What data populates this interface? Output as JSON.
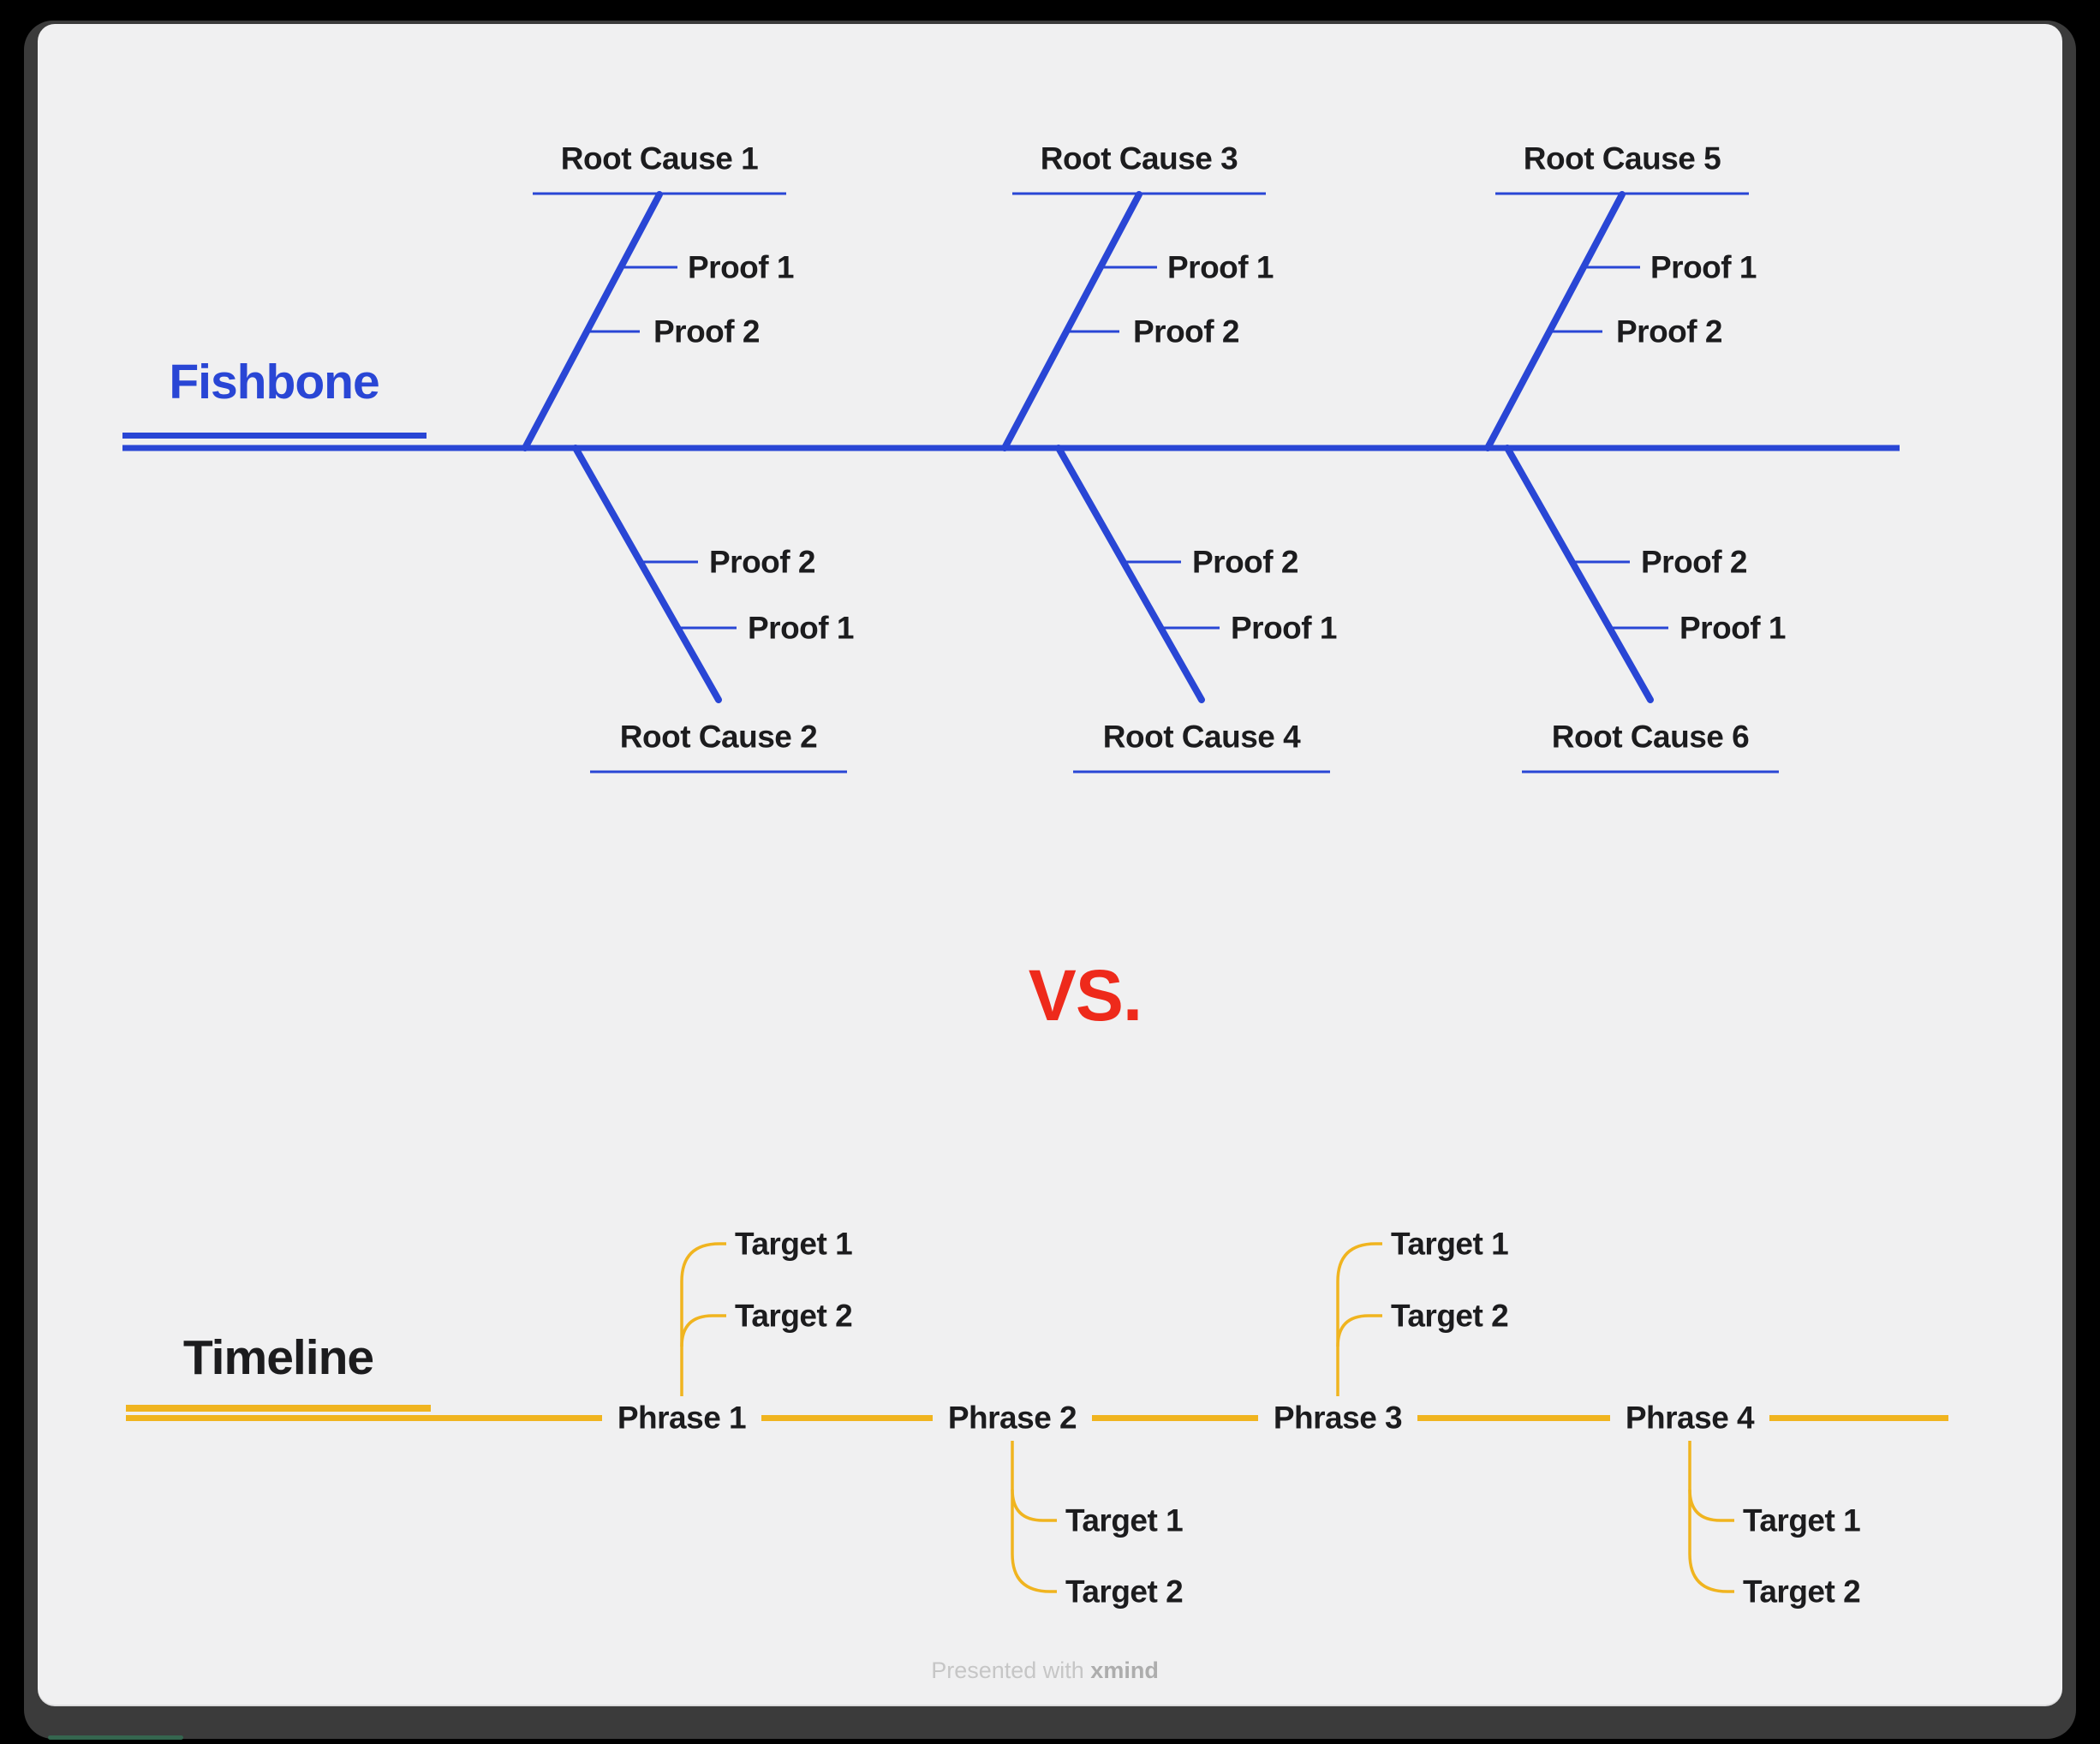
{
  "page": {
    "background_color": "#000000",
    "frame_color": "#3b3b3b",
    "card_color": "#f0f0f1",
    "accent_line_color": "#356B52"
  },
  "fishbone": {
    "title": "Fishbone",
    "color": "#2946D5",
    "label_color": "#1c1c1e",
    "top_branches": [
      {
        "label": "Root Cause 1",
        "proofs": [
          "Proof 1",
          "Proof 2"
        ]
      },
      {
        "label": "Root Cause 3",
        "proofs": [
          "Proof 1",
          "Proof 2"
        ]
      },
      {
        "label": "Root Cause 5",
        "proofs": [
          "Proof 1",
          "Proof 2"
        ]
      }
    ],
    "bottom_branches": [
      {
        "label": "Root Cause 2",
        "proofs": [
          "Proof 2",
          "Proof 1"
        ]
      },
      {
        "label": "Root Cause 4",
        "proofs": [
          "Proof 2",
          "Proof 1"
        ]
      },
      {
        "label": "Root Cause 6",
        "proofs": [
          "Proof 2",
          "Proof 1"
        ]
      }
    ]
  },
  "vs": {
    "label": "VS.",
    "color": "#EE2A1B"
  },
  "timeline": {
    "title": "Timeline",
    "color": "#F0B41F",
    "label_color": "#1c1c1e",
    "phrases": [
      {
        "label": "Phrase 1",
        "targets_position": "above",
        "targets": [
          "Target 1",
          "Target 2"
        ]
      },
      {
        "label": "Phrase 2",
        "targets_position": "below",
        "targets": [
          "Target 1",
          "Target 2"
        ]
      },
      {
        "label": "Phrase 3",
        "targets_position": "above",
        "targets": [
          "Target 1",
          "Target 2"
        ]
      },
      {
        "label": "Phrase 4",
        "targets_position": "below",
        "targets": [
          "Target 1",
          "Target 2"
        ]
      }
    ]
  },
  "footer": {
    "prefix": "Presented with ",
    "brand": "xmind"
  }
}
